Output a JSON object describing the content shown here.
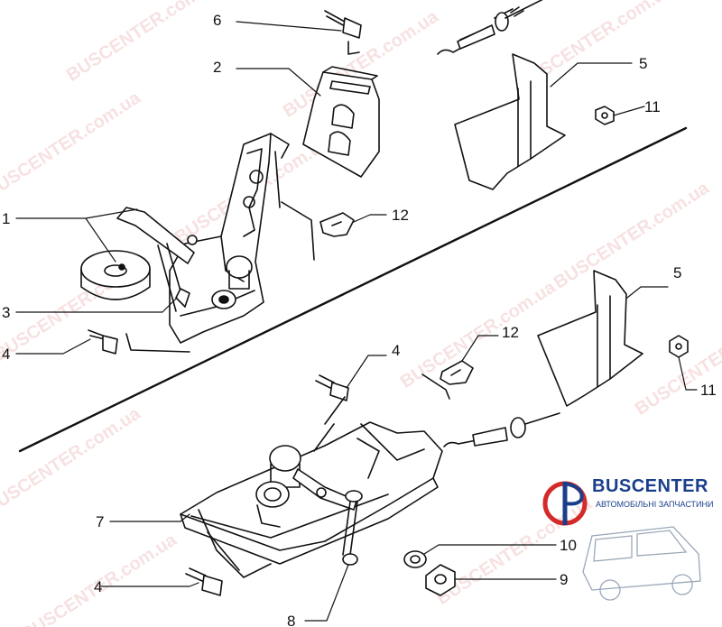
{
  "callouts": {
    "c1": "1",
    "c2": "2",
    "c3": "3",
    "c4a": "4",
    "c4b": "4",
    "c4c": "4",
    "c5a": "5",
    "c5b": "5",
    "c6": "6",
    "c7": "7",
    "c8": "8",
    "c9": "9",
    "c10": "10",
    "c11a": "11",
    "c11b": "11",
    "c12a": "12",
    "c12b": "12"
  },
  "watermark": {
    "text": "BUSCENTER.com.ua",
    "color": "#e07a7a"
  },
  "logo": {
    "name": "BUSCENTER",
    "tagline": "АВТОМОБІЛЬНІ ЗАПЧАСТИНИ",
    "brand_color": "#1a3f8a",
    "accent_color": "#d42a2a"
  }
}
